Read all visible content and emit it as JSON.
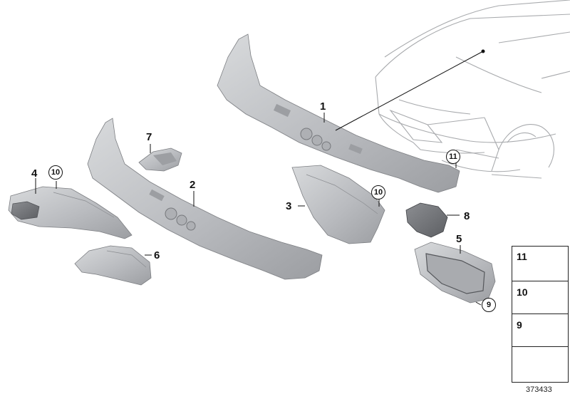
{
  "callouts": {
    "c1": "1",
    "c2": "2",
    "c3": "3",
    "c4": "4",
    "c5": "5",
    "c6": "6",
    "c7": "7",
    "c8": "8",
    "c9": "9",
    "c10a": "10",
    "c10b": "10",
    "c11": "11"
  },
  "legend": {
    "items": [
      "11",
      "10",
      "9"
    ]
  },
  "diagram_id": "373433",
  "colors": {
    "part_fill": "#c9cbce",
    "part_dark": "#9a9ca0",
    "car_line": "#a8aaad",
    "leader": "#111111"
  }
}
